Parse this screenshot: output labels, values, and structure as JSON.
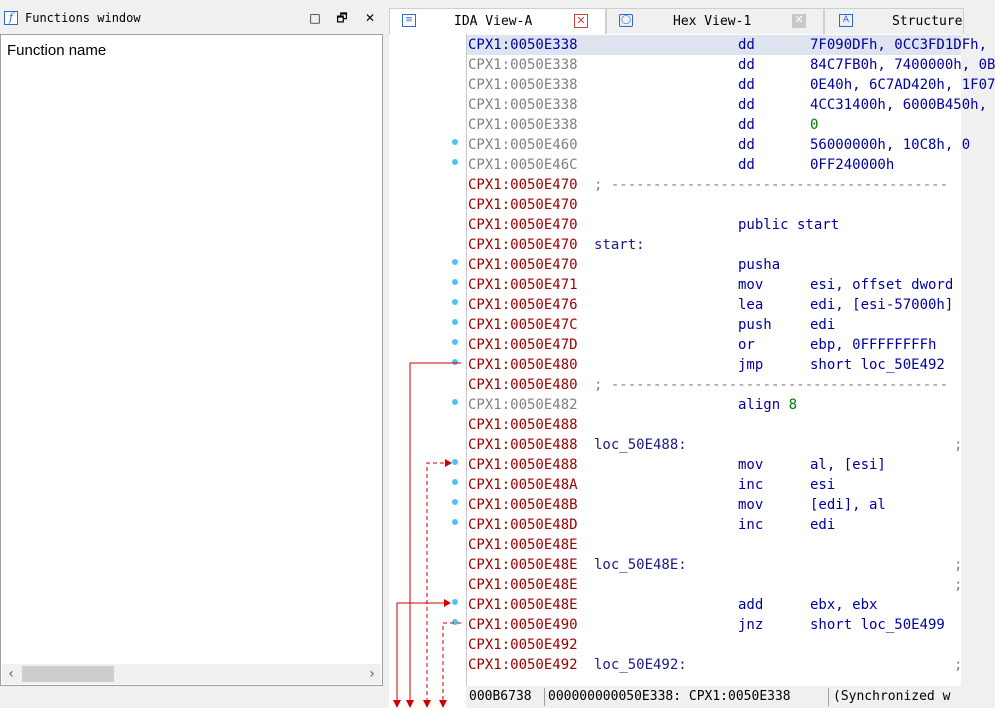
{
  "functions_window": {
    "title": "Functions window",
    "column_header": "Function name",
    "buttons": {
      "restore": "□",
      "float": "🗗",
      "close": "✕"
    },
    "scroll_left": "‹",
    "scroll_right": "›"
  },
  "tabs": [
    {
      "label": "IDA View-A",
      "active": true,
      "icon": "ida-view-icon"
    },
    {
      "label": "Hex View-1",
      "active": false,
      "icon": "hex-view-icon"
    },
    {
      "label": "Structure",
      "active": false,
      "icon": "structures-icon"
    }
  ],
  "listing": [
    {
      "addr": "CPX1:0050E338",
      "addr_color": "blue",
      "selected": true,
      "mnemonic": "dd",
      "operands": "7F090DFh, 0CC3FD1DFh,"
    },
    {
      "addr": "CPX1:0050E338",
      "addr_color": "gray",
      "mnemonic": "dd",
      "operands": "84C7FB0h, 7400000h, 0B"
    },
    {
      "addr": "CPX1:0050E338",
      "addr_color": "gray",
      "mnemonic": "dd",
      "operands": "0E40h, 6C7AD420h, 1F07"
    },
    {
      "addr": "CPX1:0050E338",
      "addr_color": "gray",
      "mnemonic": "dd",
      "operands": "4CC31400h, 6000B450h,"
    },
    {
      "addr": "CPX1:0050E338",
      "addr_color": "gray",
      "mnemonic": "dd",
      "operands": "0"
    },
    {
      "addr": "CPX1:0050E460",
      "addr_color": "gray",
      "dot": true,
      "mnemonic": "dd",
      "operands": "56000000h, 10C8h, 0"
    },
    {
      "addr": "CPX1:0050E46C",
      "addr_color": "gray",
      "dot": true,
      "mnemonic": "dd",
      "operands": "0FF240000h"
    },
    {
      "addr": "CPX1:0050E470",
      "addr_color": "red",
      "comment": "; ----------------------------------------"
    },
    {
      "addr": "CPX1:0050E470",
      "addr_color": "red"
    },
    {
      "addr": "CPX1:0050E470",
      "addr_color": "red",
      "mnemonic": "public start"
    },
    {
      "addr": "CPX1:0050E470",
      "addr_color": "red",
      "label": "start:"
    },
    {
      "addr": "CPX1:0050E470",
      "addr_color": "red",
      "dot": true,
      "mnemonic": "pusha"
    },
    {
      "addr": "CPX1:0050E471",
      "addr_color": "red",
      "dot": true,
      "mnemonic": "mov",
      "operands": "esi, offset dword"
    },
    {
      "addr": "CPX1:0050E476",
      "addr_color": "red",
      "dot": true,
      "mnemonic": "lea",
      "operands": "edi, [esi-57000h]"
    },
    {
      "addr": "CPX1:0050E47C",
      "addr_color": "red",
      "dot": true,
      "mnemonic": "push",
      "operands": "edi"
    },
    {
      "addr": "CPX1:0050E47D",
      "addr_color": "red",
      "dot": true,
      "mnemonic": "or",
      "operands": "ebp, 0FFFFFFFFh"
    },
    {
      "addr": "CPX1:0050E480",
      "addr_color": "red",
      "dot": true,
      "mnemonic": "jmp",
      "operands": "short loc_50E492"
    },
    {
      "addr": "CPX1:0050E480",
      "addr_color": "red",
      "comment": "; ----------------------------------------"
    },
    {
      "addr": "CPX1:0050E482",
      "addr_color": "gray",
      "dot": true,
      "mnemonic": "align 8"
    },
    {
      "addr": "CPX1:0050E488",
      "addr_color": "red"
    },
    {
      "addr": "CPX1:0050E488",
      "addr_color": "red",
      "label": "loc_50E488:",
      "tail": ";"
    },
    {
      "addr": "CPX1:0050E488",
      "addr_color": "red",
      "dot": true,
      "mnemonic": "mov",
      "operands": "al, [esi]"
    },
    {
      "addr": "CPX1:0050E48A",
      "addr_color": "red",
      "dot": true,
      "mnemonic": "inc",
      "operands": "esi"
    },
    {
      "addr": "CPX1:0050E48B",
      "addr_color": "red",
      "dot": true,
      "mnemonic": "mov",
      "operands": "[edi], al"
    },
    {
      "addr": "CPX1:0050E48D",
      "addr_color": "red",
      "dot": true,
      "mnemonic": "inc",
      "operands": "edi"
    },
    {
      "addr": "CPX1:0050E48E",
      "addr_color": "red"
    },
    {
      "addr": "CPX1:0050E48E",
      "addr_color": "red",
      "label": "loc_50E48E:",
      "tail": ";"
    },
    {
      "addr": "CPX1:0050E48E",
      "addr_color": "red",
      "tail": ";"
    },
    {
      "addr": "CPX1:0050E48E",
      "addr_color": "red",
      "dot": true,
      "mnemonic": "add",
      "operands": "ebx, ebx"
    },
    {
      "addr": "CPX1:0050E490",
      "addr_color": "red",
      "dot": true,
      "mnemonic": "jnz",
      "operands": "short loc_50E499"
    },
    {
      "addr": "CPX1:0050E492",
      "addr_color": "red"
    },
    {
      "addr": "CPX1:0050E492",
      "addr_color": "red",
      "label": "loc_50E492:",
      "tail": ";"
    }
  ],
  "status_bar": {
    "offset": "000B6738",
    "location": "000000000050E338: CPX1:0050E338",
    "sync": "(Synchronized w"
  },
  "colors": {
    "address_red": "#a00000",
    "address_gray": "#808080",
    "address_blue": "#0000a0",
    "code": "#0000a0",
    "number": "#008000",
    "dot": "#4fc3f7",
    "arrow": "#d00000"
  }
}
